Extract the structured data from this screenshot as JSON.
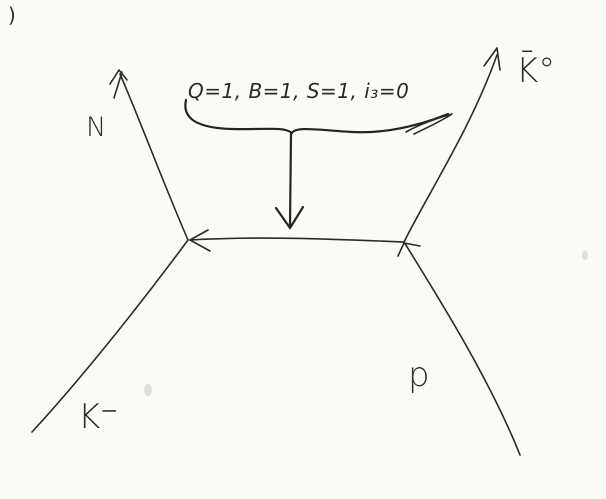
{
  "diagram": {
    "corner_mark": ")",
    "particles": {
      "top_left": "N",
      "top_right": "K̄°",
      "bottom_left": "K⁻",
      "bottom_right": "p"
    },
    "exchange_quantum_numbers": "Q=1, B=1, S=1, i₃=0"
  }
}
